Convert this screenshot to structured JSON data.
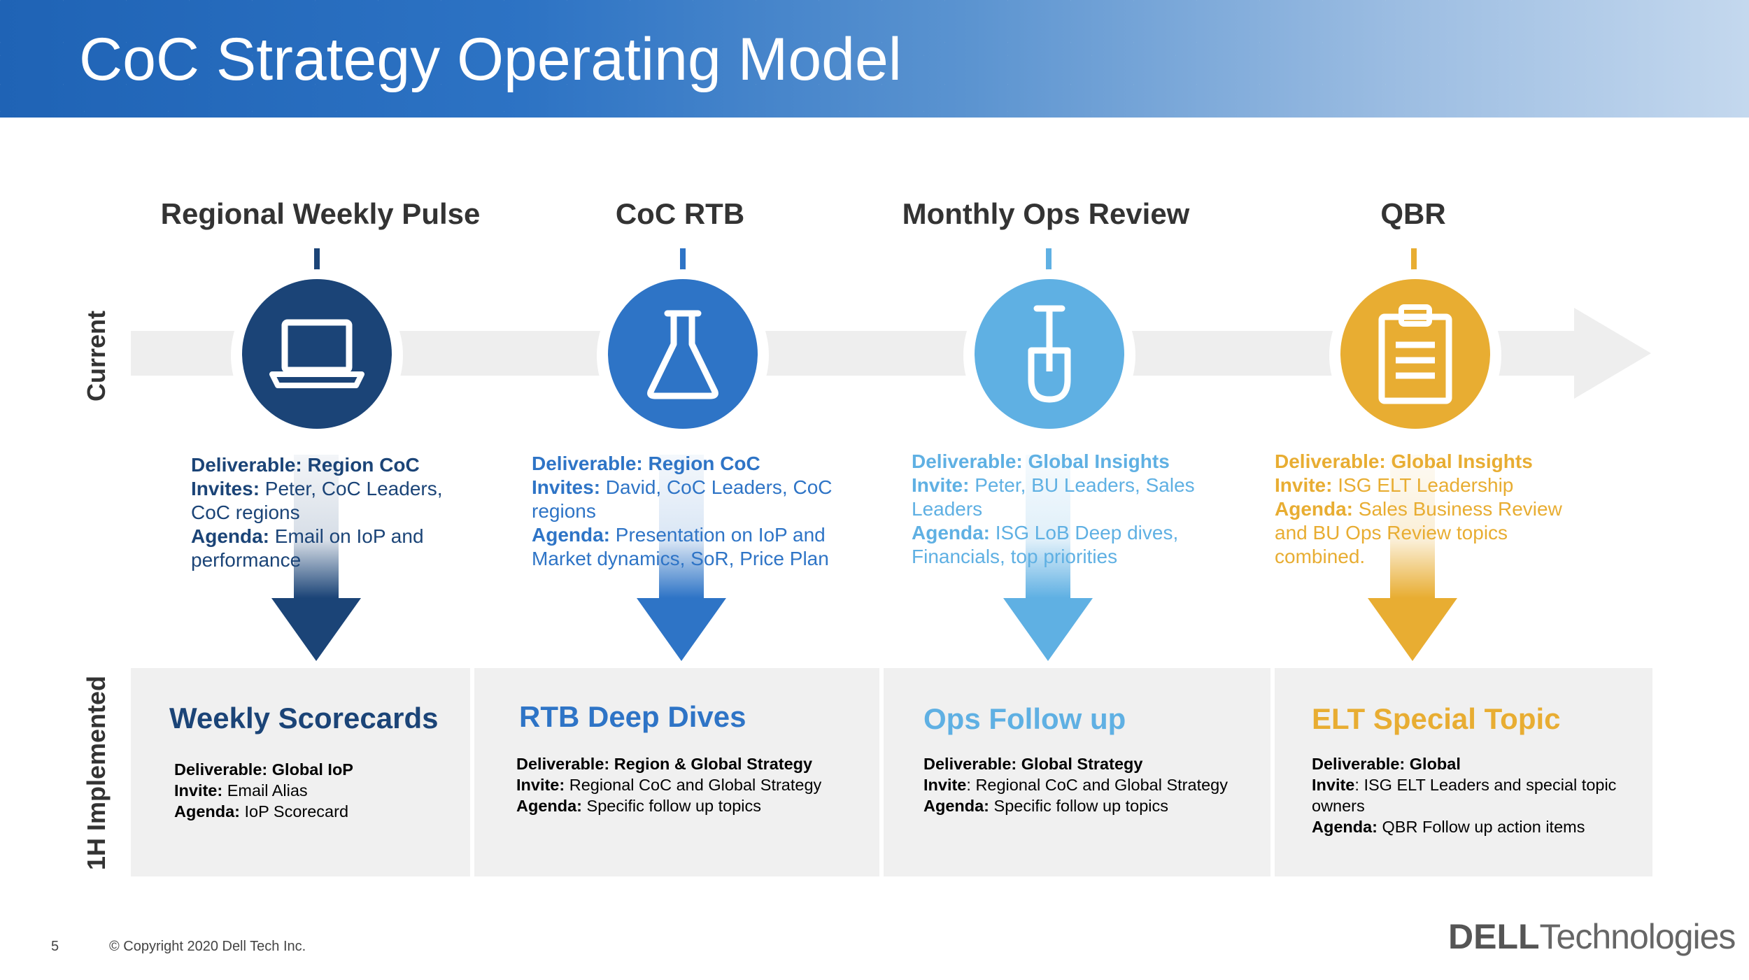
{
  "header": {
    "title": "CoC Strategy Operating Model"
  },
  "side_labels": {
    "current": "Current",
    "implemented": "1H Implemented"
  },
  "colors": {
    "navy": "#1b4477",
    "blue": "#2e74c6",
    "light_blue": "#5fb0e3",
    "gold": "#e8ad32"
  },
  "stages": [
    {
      "title": "Regional Weekly Pulse",
      "icon": "laptop-icon",
      "current": {
        "deliverable_label": "Deliverable:",
        "deliverable": " Region CoC",
        "invites_label": "Invites:",
        "invites": " Peter, CoC Leaders, CoC regions",
        "agenda_label": "Agenda:",
        "agenda": " Email on IoP and performance"
      },
      "implemented": {
        "title": "Weekly Scorecards",
        "deliverable_label": "Deliverable:",
        "deliverable": " Global IoP",
        "invite_label": "Invite:",
        "invite": " Email Alias",
        "agenda_label": "Agenda:",
        "agenda": " IoP Scorecard"
      }
    },
    {
      "title": "CoC RTB",
      "icon": "flask-icon",
      "current": {
        "deliverable_label": "Deliverable:",
        "deliverable": " Region CoC",
        "invites_label": "Invites:",
        "invites": " David, CoC Leaders, CoC regions",
        "agenda_label": "Agenda:",
        "agenda": " Presentation on IoP and Market dynamics, SoR, Price Plan"
      },
      "implemented": {
        "title": "RTB Deep Dives",
        "deliverable_label": "Deliverable:",
        "deliverable": " Region & Global Strategy",
        "invite_label": "Invite:",
        "invite": " Regional CoC and Global Strategy",
        "agenda_label": "Agenda:",
        "agenda": " Specific follow up topics"
      }
    },
    {
      "title": "Monthly Ops Review",
      "icon": "shovel-icon",
      "current": {
        "deliverable_label": "Deliverable:",
        "deliverable": " Global Insights",
        "invites_label": "Invite:",
        "invites": " Peter, BU Leaders, Sales Leaders",
        "agenda_label": "Agenda:",
        "agenda": " ISG LoB Deep dives, Financials, top priorities"
      },
      "implemented": {
        "title": "Ops Follow up",
        "deliverable_label": "Deliverable:",
        "deliverable": " Global Strategy",
        "invite_label": "Invite",
        "invite": ": Regional CoC and Global Strategy",
        "agenda_label": "Agenda:",
        "agenda": " Specific follow up topics"
      }
    },
    {
      "title": "QBR",
      "icon": "clipboard-icon",
      "current": {
        "deliverable_label": "Deliverable:",
        "deliverable": " Global Insights",
        "invites_label": "Invite:",
        "invites": " ISG ELT Leadership",
        "agenda_label": "Agenda:",
        "agenda": " Sales Business Review and BU Ops Review topics combined."
      },
      "implemented": {
        "title": "ELT Special Topic",
        "deliverable_label": "Deliverable:",
        "deliverable": " Global",
        "invite_label": "Invite",
        "invite": ": ISG ELT Leaders and special topic owners",
        "agenda_label": "Agenda:",
        "agenda": " QBR Follow up action items"
      }
    }
  ],
  "footer": {
    "page_number": "5",
    "copyright": "© Copyright 2020 Dell Tech Inc."
  },
  "logo": {
    "brand": "DΕLL",
    "suffix": "Technologies"
  }
}
